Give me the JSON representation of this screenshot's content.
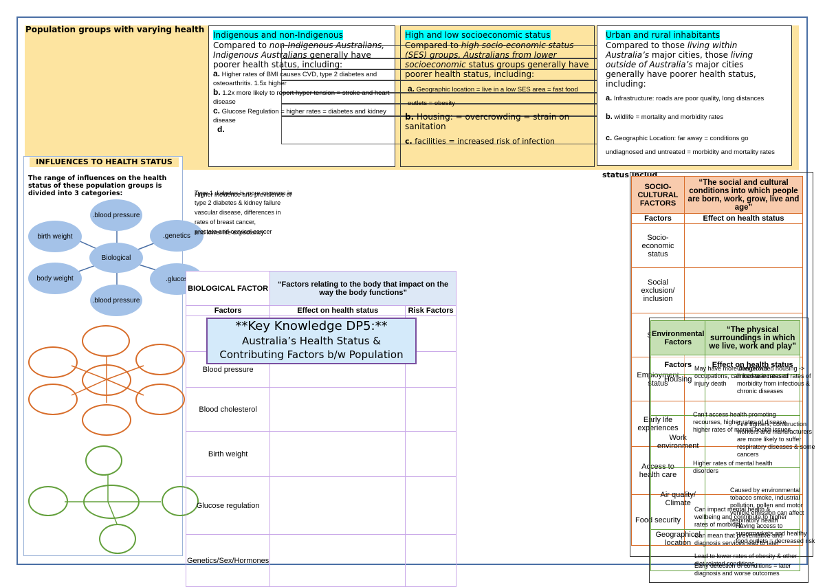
{
  "header_title": "Population groups with varying health",
  "groups": [
    {
      "heading": "Indigenous and non-Indigenous",
      "intro_1": "Compared to ",
      "intro_em1": "non-Indigenous Australians, Indigenous Australians",
      "intro_2": " generally have poorer health status, including:",
      "items": [
        {
          "letter": "a.",
          "text": "Higher rates of BMI causes CVD, type 2 diabetes and osteoarthritis. 1.5x higher"
        },
        {
          "letter": "b.",
          "text": "1.2x more likely to report hyper tension = stroke and heart disease"
        },
        {
          "letter": "c.",
          "text": "Glucose Regulation = higher rates = diabetes and kidney disease"
        },
        {
          "letter": "d.",
          "text": ""
        }
      ]
    },
    {
      "heading": "High and low socioeconomic status",
      "intro_1": "Compared to ",
      "intro_em1": "high socio-economic status (SES) groups, Australians from lower socioeconomic",
      "intro_2": " status groups generally have poorer health status, including:",
      "items": [
        {
          "letter": "a.",
          "text": "Geographic location = live in a low SES area = fast food outlets = obesity"
        },
        {
          "letter": "b.",
          "text": "Housing: = overcrowding = strain on sanitation"
        },
        {
          "letter": "c.",
          "text": "facilities = increased risk of infection"
        }
      ]
    },
    {
      "heading": "Urban and rural inhabitants",
      "intro_1": "Compared to those ",
      "intro_em1": "living within Australia’s",
      "intro_2": " major cities, those ",
      "intro_em2": "living outside of Australia’s",
      "intro_3": " major cities generally have poorer health status, including:",
      "items": [
        {
          "letter": "a.",
          "text": "Infrastructure: roads are poor quality, long distances"
        },
        {
          "letter": "b.",
          "text": "wildlife = mortality and morbidity rates"
        },
        {
          "letter": "c.",
          "text": "Geographic Location: far away = conditions go undiagnosed and untreated = morbidity and mortality rates"
        }
      ]
    }
  ],
  "status_fragment": "status includ",
  "influences": {
    "title": "INFLUENCES TO HEALTH STATUS",
    "description": "The range of influences on the health status of these population groups is divided into 3 categories:",
    "biological_center": "Biological",
    "bubbles": [
      ".blood pressure",
      "birth weight",
      ".genetics",
      "body weight",
      ".glucos",
      ".blood pressure"
    ]
  },
  "overlap_text": [
    "Type 1 diabetes is more common in",
    "Higher incidence and prevalence of",
    "type 2 diabetes & kidney failure",
    "vascular disease, differences in",
    "rates of breast cancer,",
    "prostate and cervical cancer",
    "and lower life expectancy"
  ],
  "biological": {
    "heading": "BIOLOGICAL FACTOR",
    "quote": "“Factors relating to the body that impact on the way the body functions”",
    "col_factors": "Factors",
    "col_effect": "Effect on health status",
    "col_risk": "Risk Factors",
    "rows": [
      "Body weight",
      "Blood pressure",
      "Blood cholesterol",
      "Birth weight",
      "Glucose regulation",
      "Genetics/Sex/Hormones"
    ]
  },
  "key_knowledge": {
    "line1": "**Key Knowledge DP5:**",
    "line2": "Australia’s Health Status &",
    "line3": "Contributing Factors b/w Population"
  },
  "sociocultural": {
    "heading": "SOCIO-CULTURAL FACTORS",
    "quote": "“The social and cultural conditions into which people are born, work, grow, live and age”",
    "col_factors": "Factors",
    "col_effect": "Effect on health status",
    "rows": [
      "Socio-economic status",
      "Social exclusion/ inclusion",
      "Stress",
      "Employment status",
      "Early life experiences",
      "Access to health care",
      "Food security"
    ]
  },
  "environmental": {
    "heading": "Environmental Factors",
    "quote": "“The physical surroundings in which we live, work and play”",
    "col_factors": "Factors",
    "col_effect": "Effect on health status",
    "rows": [
      "Housing",
      "Work environment",
      "Air quality/ Climate",
      "Geographical location"
    ]
  },
  "env_notes": [
    "May have more dangerous occupations, can increase rates of injury death",
    "Overcrowded housing -> linked to increased rates of morbidity from infectious & chronic diseases",
    "Can't access health promoting recourses, higher rates of disease, higher rates of mental health issues",
    "Fire fighters, construction workers and manufacturers are more likely to suffer respiratory diseases & some cancers",
    "Higher rates of mental health disorders",
    "Caused by environmental tobacco smoke, industrial pollution, pollen and motor vehicle emission can affect respiratory health",
    "Can impact mental health & wellbeing and contribute to higher rates of morbidity",
    "Having access to supermarkets and healthy food outlets = decreased risk",
    "Can mean that preventative and diagnosis services lead to later",
    "Lead to lower rates of obesity & other diet related conditions",
    "Early detection of conditions = later diagnosis and worse outcomes"
  ]
}
